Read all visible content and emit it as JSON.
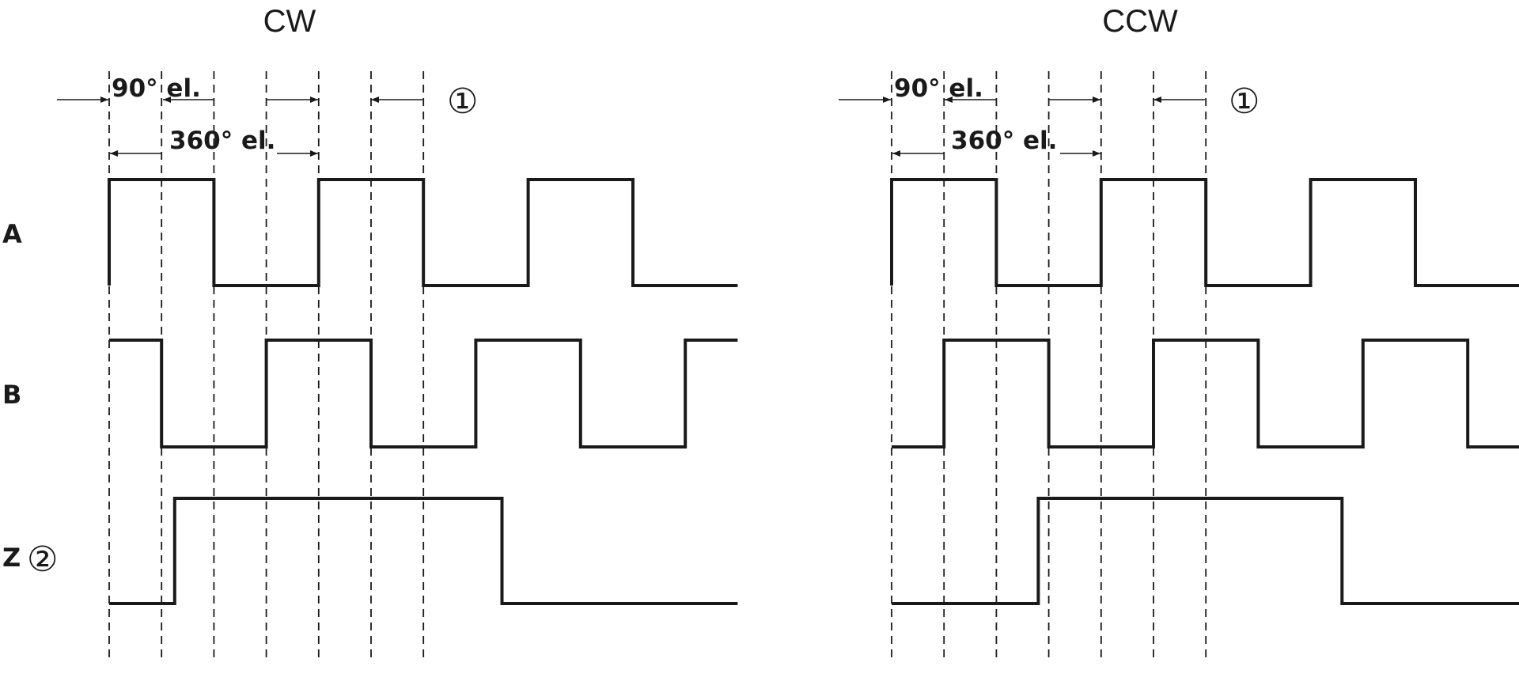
{
  "channel_labels": {
    "a": "A",
    "b": "B",
    "z": "Z",
    "z_note": "②"
  },
  "panels": [
    {
      "title": "CW",
      "phase_label": "90° el.",
      "period_label": "360° el.",
      "note_marker": "①",
      "waves": {
        "a": {
          "start_level": 0,
          "edge_steps": [
            0,
            2,
            4,
            6,
            8,
            10
          ],
          "end_step": 12
        },
        "b": {
          "start_level": 1,
          "edge_steps": [
            1,
            3,
            5,
            7,
            9,
            11
          ],
          "end_step": 12
        },
        "z": {
          "start_level": 0,
          "edge_steps": [
            1.25,
            7.5
          ],
          "end_step": 12
        }
      }
    },
    {
      "title": "CCW",
      "phase_label": "90° el.",
      "period_label": "360° el.",
      "note_marker": "①",
      "waves": {
        "a": {
          "start_level": 0,
          "edge_steps": [
            0,
            2,
            4,
            6,
            8,
            10
          ],
          "end_step": 12
        },
        "b": {
          "start_level": 0,
          "edge_steps": [
            1,
            3,
            5,
            7,
            9,
            11
          ],
          "end_step": 12
        },
        "z": {
          "start_level": 0,
          "edge_steps": [
            2.8,
            8.6
          ],
          "end_step": 12
        }
      }
    }
  ]
}
